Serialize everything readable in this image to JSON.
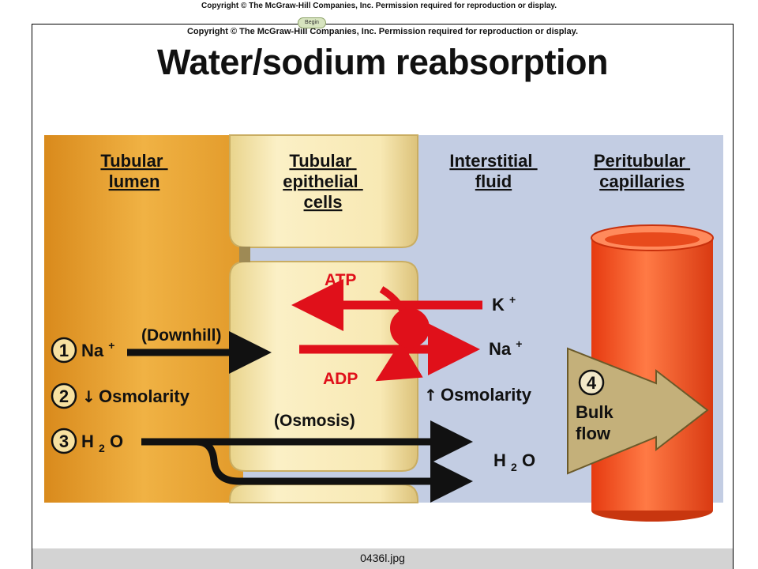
{
  "header": {
    "copyright": "Copyright © The McGraw-Hill Companies, Inc. Permission required for reproduction or display.",
    "begin_button": "Begin"
  },
  "slide": {
    "copyright": "Copyright © The McGraw-Hill Companies, Inc. Permission required for reproduction or display.",
    "title": "Water/sodium reabsorption"
  },
  "regions": {
    "tubular_lumen": [
      "Tubular",
      "lumen"
    ],
    "epithelial_cells": [
      "Tubular",
      "epithelial",
      "cells"
    ],
    "interstitial_fluid": [
      "Interstitial",
      "fluid"
    ],
    "peritubular_capillaries": [
      "Peritubular",
      "capillaries"
    ]
  },
  "steps": {
    "s1": {
      "number": "1",
      "label": "Na",
      "sup": "+"
    },
    "s2": {
      "number": "2",
      "arrow": "↓",
      "label": "Osmolarity"
    },
    "s3": {
      "number": "3",
      "label_h": "H",
      "sub": "2",
      "label_o": "O"
    },
    "s4": {
      "number": "4",
      "label_line1": "Bulk",
      "label_line2": "flow"
    }
  },
  "labels": {
    "downhill": "(Downhill)",
    "osmosis": "(Osmosis)",
    "atp": "ATP",
    "adp": "ADP",
    "k": "K",
    "k_sup": "+",
    "na": "Na",
    "na_sup": "+",
    "osmolarity_up_arrow": "↑",
    "osmolarity_up": "Osmolarity",
    "h2o_h": "H",
    "h2o_sub": "2",
    "h2o_o": "O"
  },
  "colors": {
    "lumen": "#e9a83a",
    "cells": "#f7e8b0",
    "interstitial": "#c3cde3",
    "capillary": "#ff5a2a",
    "pump": "#e0101a",
    "bulk_arrow": "#c4b07a"
  },
  "caption": "0436l.jpg"
}
